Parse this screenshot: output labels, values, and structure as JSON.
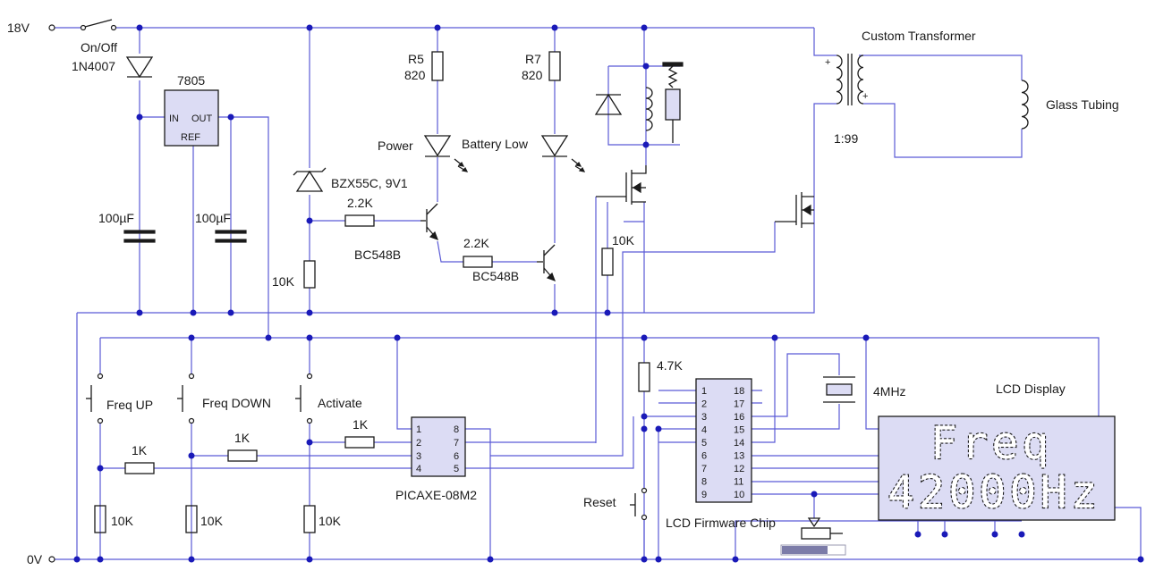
{
  "labels": {
    "v18": "18V",
    "v0": "0V",
    "switch": "On/Off",
    "diode": "1N4007",
    "regulator": "7805",
    "reg_in": "IN",
    "reg_out": "OUT",
    "reg_ref": "REF",
    "cap1": "100µF",
    "cap2": "100µF",
    "zener": "BZX55C, 9V1",
    "r5": "R5",
    "r5_val": "820",
    "r7": "R7",
    "r7_val": "820",
    "power_led": "Power",
    "battery_led": "Battery Low",
    "r_base1": "2.2K",
    "r_base2": "2.2K",
    "q1": "BC548B",
    "q2": "BC548B",
    "r_zener": "10K",
    "r_gate": "10K",
    "transformer": "Custom Transformer",
    "ratio": "1:99",
    "tube": "Glass Tubing",
    "btn_up": "Freq UP",
    "btn_down": "Freq DOWN",
    "btn_act": "Activate",
    "r_up": "1K",
    "r_down": "1K",
    "r_act": "1K",
    "pd1": "10K",
    "pd2": "10K",
    "pd3": "10K",
    "pic": "PICAXE-08M2",
    "pic_pins_left": [
      "1",
      "2",
      "3",
      "4"
    ],
    "pic_pins_right": [
      "8",
      "7",
      "6",
      "5"
    ],
    "r_reset": "4.7K",
    "reset": "Reset",
    "lcd_chip": "LCD Firmware Chip",
    "chip_pins_left": [
      "1",
      "2",
      "3",
      "4",
      "5",
      "6",
      "7",
      "8",
      "9"
    ],
    "chip_pins_right": [
      "18",
      "17",
      "16",
      "15",
      "14",
      "13",
      "12",
      "11",
      "10"
    ],
    "crystal": "4MHz",
    "lcd_title": "LCD Display",
    "lcd_line1": "Freq",
    "lcd_line2": "42000Hz"
  }
}
